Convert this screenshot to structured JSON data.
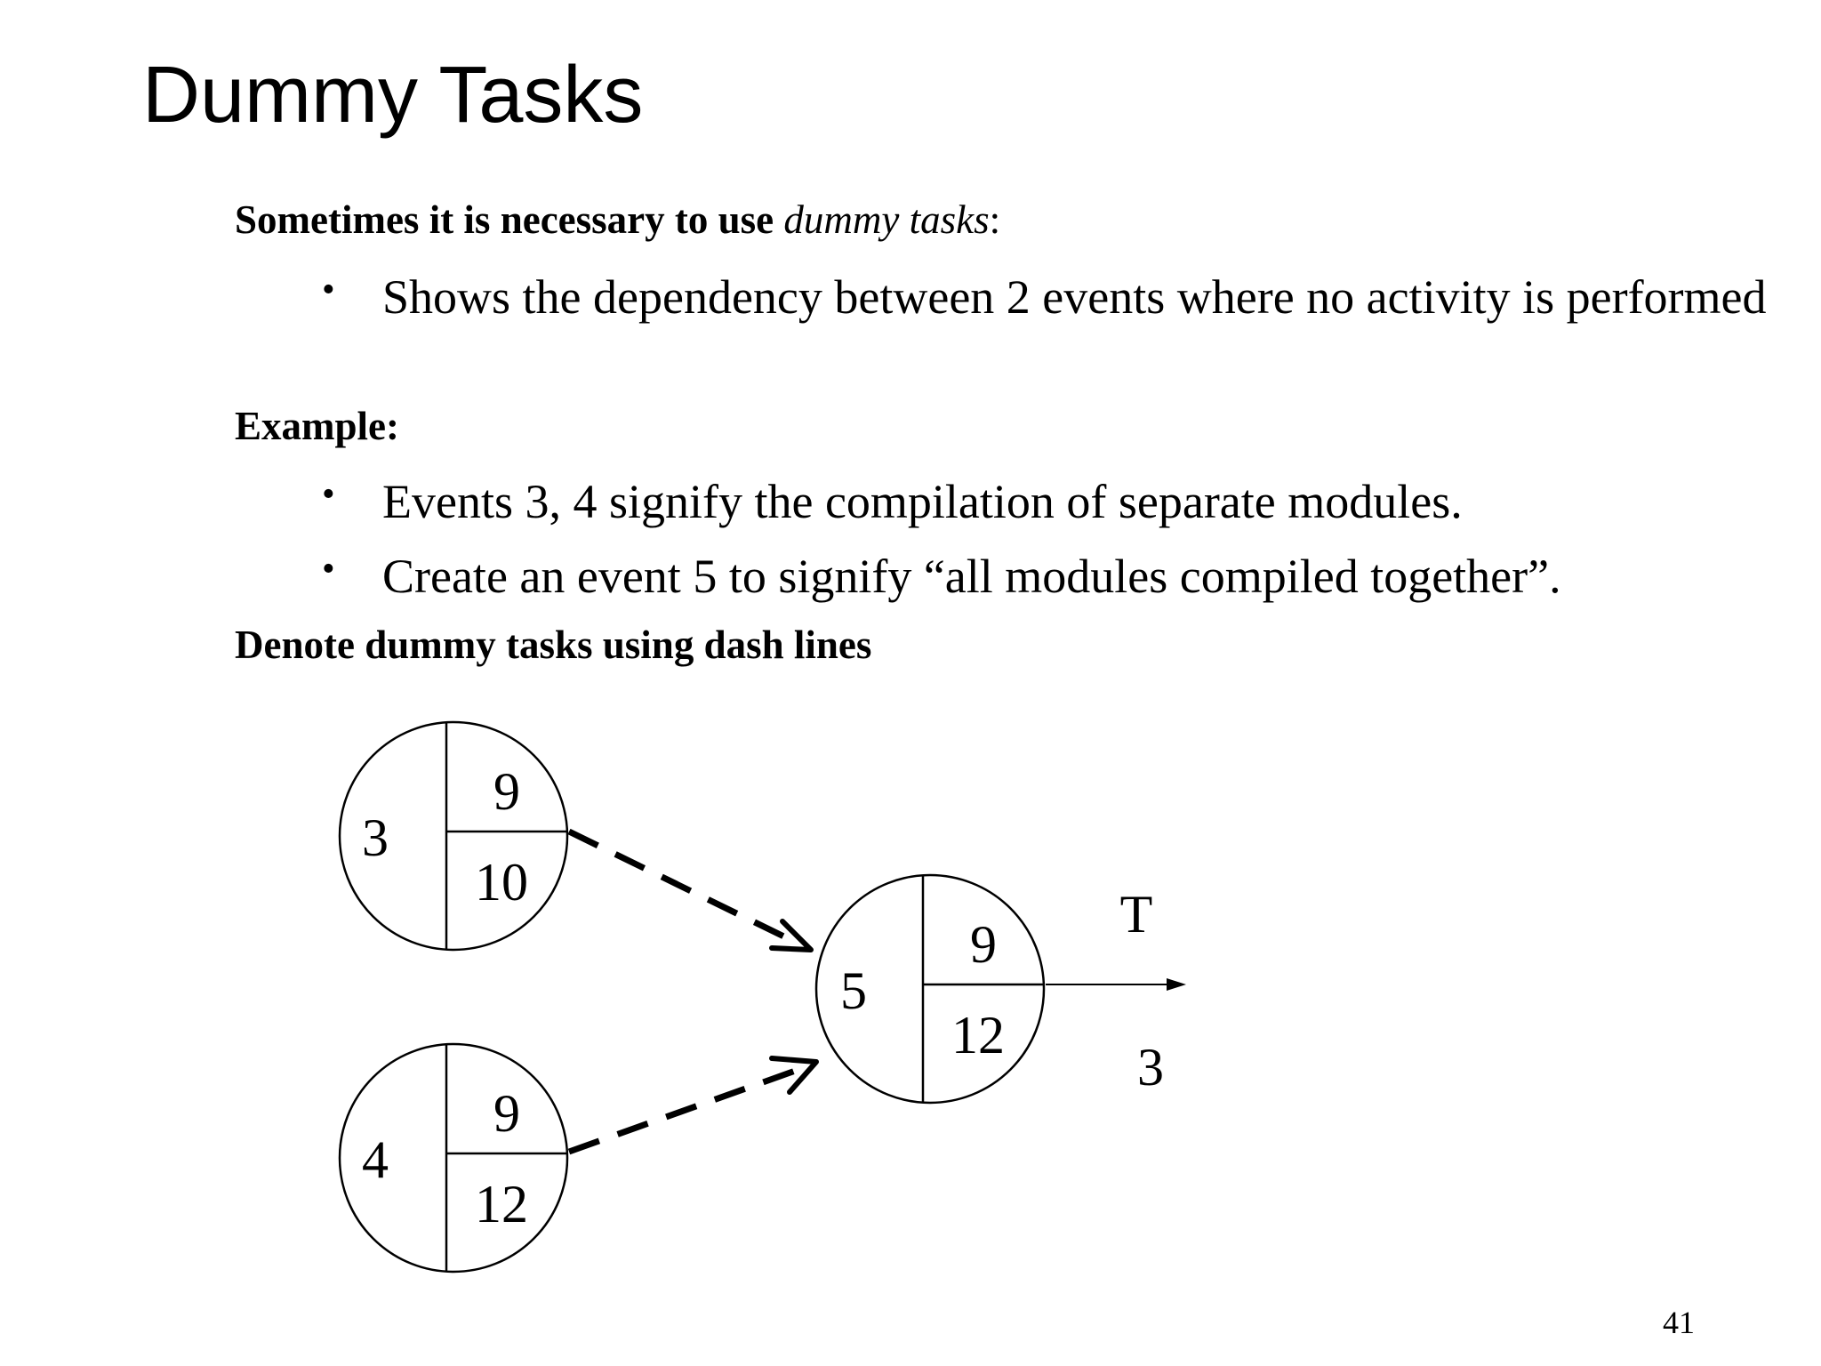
{
  "slide": {
    "title": "Dummy Tasks",
    "intro": {
      "text": "Sometimes it is necessary to use ",
      "emphasis": "dummy tasks",
      "suffix": ":"
    },
    "intro_bullets": [
      "Shows the dependency between 2 events where no activity is performed"
    ],
    "example_label": "Example:",
    "example_bullets": [
      "Events 3, 4 signify the compilation of separate modules.",
      "Create an event 5 to signify “all modules compiled together”."
    ],
    "note": "Denote dummy tasks using dash lines",
    "page_number": "41"
  },
  "diagram": {
    "nodes": [
      {
        "id": "3",
        "top": "9",
        "bottom": "10"
      },
      {
        "id": "4",
        "top": "9",
        "bottom": "12"
      },
      {
        "id": "5",
        "top": "9",
        "bottom": "12"
      }
    ],
    "edges": [
      {
        "from": "3",
        "to": "5",
        "style": "dashed"
      },
      {
        "from": "4",
        "to": "5",
        "style": "dashed"
      },
      {
        "from": "5",
        "to": "",
        "style": "solid",
        "label_top": "T",
        "label_bottom": "3"
      }
    ]
  }
}
